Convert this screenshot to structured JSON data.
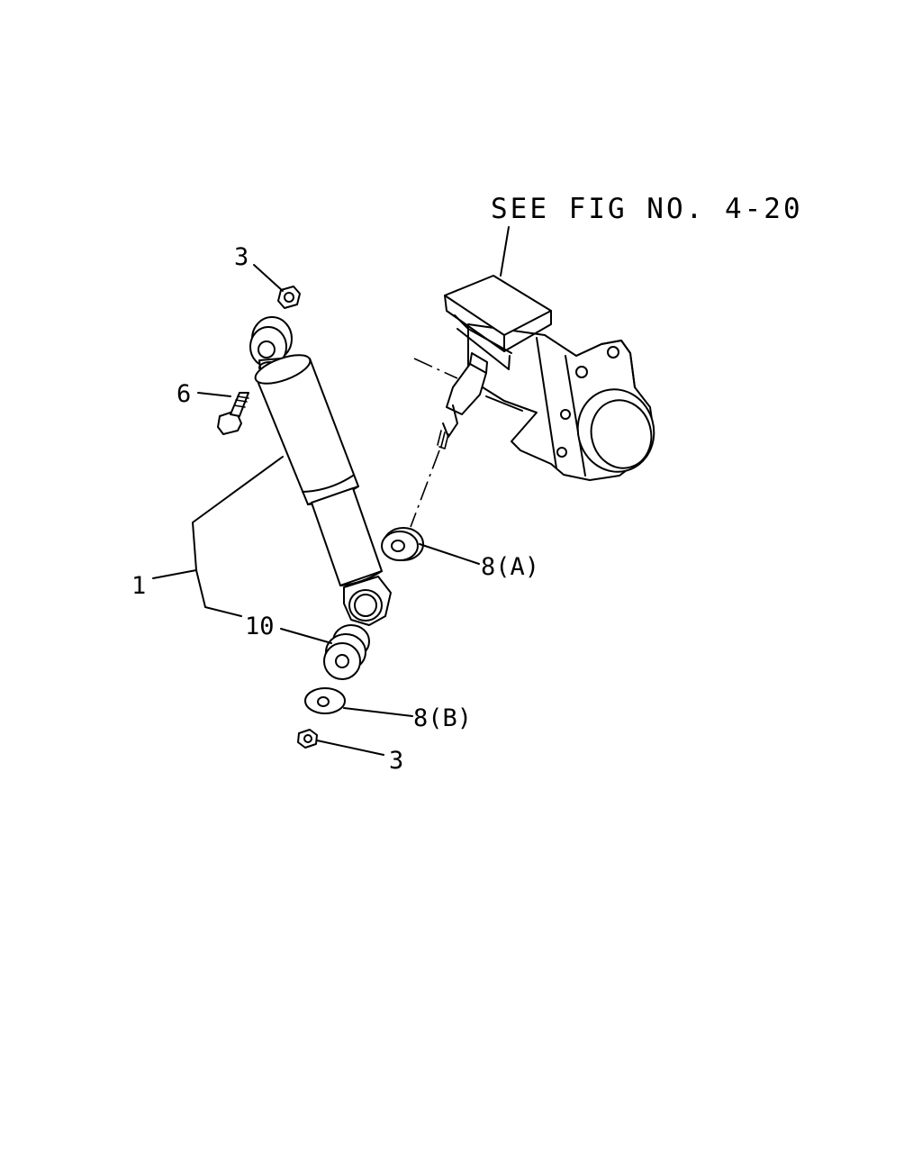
{
  "reference_note": "SEE FIG NO. 4-20",
  "callouts": {
    "nut_top": "3",
    "bolt": "6",
    "shock_absorber": "1",
    "bushing": "10",
    "washer_a": "8(A)",
    "washer_b": "8(B)",
    "nut_bottom": "3"
  }
}
